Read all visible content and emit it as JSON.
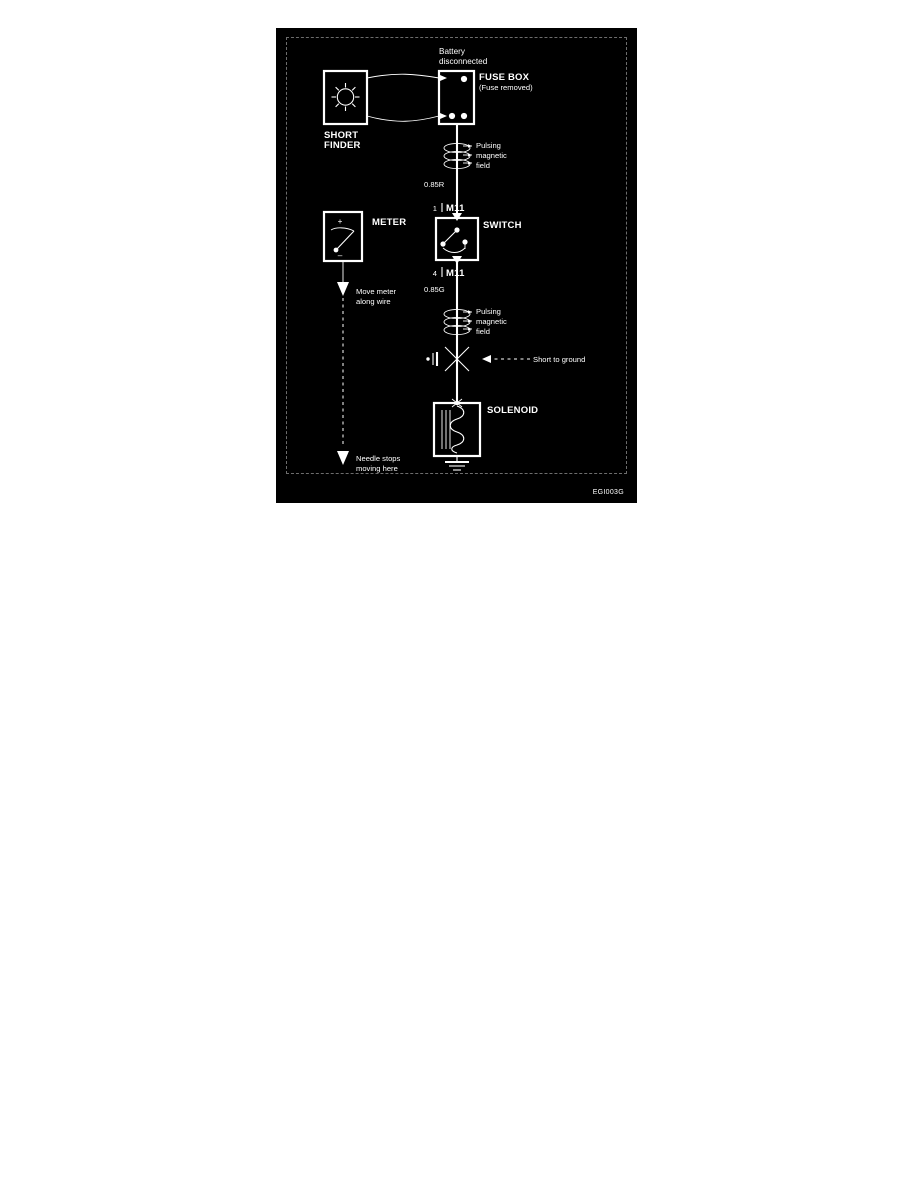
{
  "figure": {
    "reference_code": "EGI003G",
    "background_color": "#000000",
    "line_color": "#ffffff",
    "border_color": "#6d6d6d",
    "labels": {
      "battery_disconnected_line1": "Battery",
      "battery_disconnected_line2": "disconnected",
      "fuse_box_title": "FUSE BOX",
      "fuse_box_subtitle": "(Fuse removed)",
      "short_finder_line1": "SHORT",
      "short_finder_line2": "FINDER",
      "meter": "METER",
      "switch": "SWITCH",
      "solenoid": "SOLENOID",
      "pulsing_field_upper_l1": "Pulsing",
      "pulsing_field_upper_l2": "magnetic",
      "pulsing_field_upper_l3": "field",
      "pulsing_field_lower_l1": "Pulsing",
      "pulsing_field_lower_l2": "magnetic",
      "pulsing_field_lower_l3": "field",
      "wire_upper": "0.85R",
      "wire_lower": "0.85G",
      "terminal_top_num": "1",
      "terminal_top_conn": "M11",
      "terminal_bottom_num": "4",
      "terminal_bottom_conn": "M11",
      "short_to_ground": "Short to ground",
      "move_meter_l1": "Move meter",
      "move_meter_l2": "along wire",
      "needle_stops_l1": "Needle stops",
      "needle_stops_l2": "moving here",
      "meter_plus": "+",
      "meter_minus": "–"
    }
  }
}
